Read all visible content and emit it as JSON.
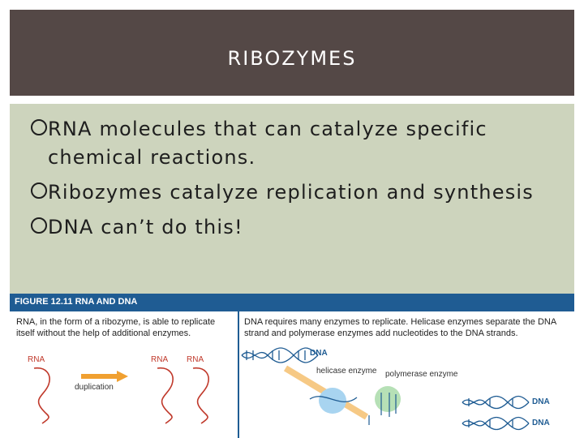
{
  "slide": {
    "title": "RIBOZYMES",
    "bullets": [
      "RNA molecules that can catalyze specific chemical reactions.",
      "Ribozymes catalyze replication and synthesis",
      "DNA can’t do this!"
    ]
  },
  "figure": {
    "label": "FIGURE 12.11  RNA AND DNA",
    "left_caption": "RNA, in the form of a ribozyme, is able to replicate itself without the help of additional enzymes.",
    "right_caption": "DNA requires many enzymes to replicate. Helicase enzymes separate the DNA strand and polymerase enzymes add nucleotides to the DNA strands.",
    "rna_label": "RNA",
    "duplication_label": "duplication",
    "dna_label": "DNA",
    "helicase_label": "helicase enzyme",
    "polymerase_label": "polymerase enzyme"
  },
  "colors": {
    "title_bg": "#544846",
    "content_bg": "#cdd4bd",
    "figure_header": "#1f5c93",
    "rna": "#c0392b",
    "arrow": "#f0a030"
  }
}
